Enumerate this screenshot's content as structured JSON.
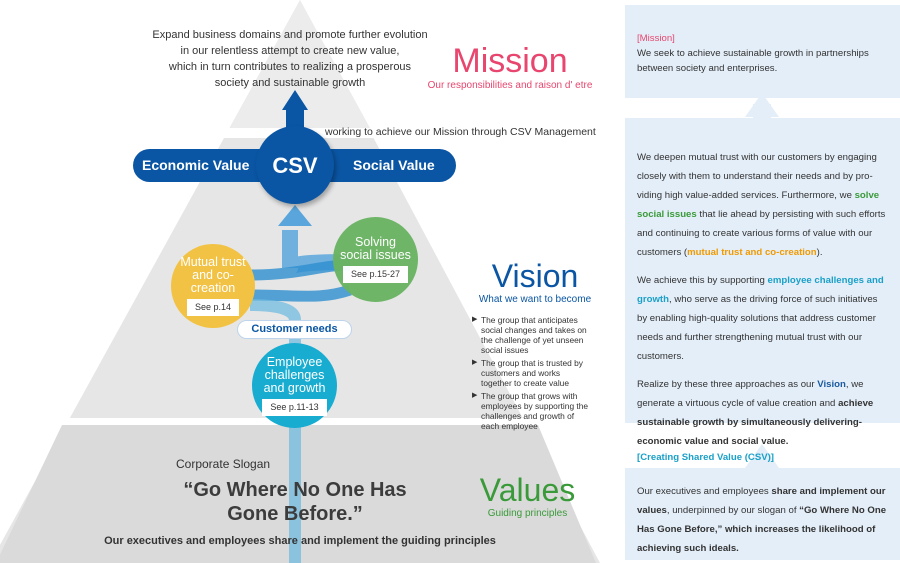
{
  "mission": {
    "intro": [
      "Expand business domains and promote further evolution",
      "in our relentless attempt to create new value,",
      "which in turn contributes to realizing a prosperous",
      "society and sustainable growth"
    ],
    "title": "Mission",
    "subtitle": "Our responsibilities and raison d' etre"
  },
  "csv": {
    "caption": "working to achieve our Mission through CSV Management",
    "center": "CSV",
    "left": "Economic Value",
    "right": "Social Value"
  },
  "circles": {
    "mutual": {
      "label": "Mutual trust and co-creation",
      "see": "See p.14"
    },
    "social": {
      "label": "Solving social issues",
      "see": "See p.15-27"
    },
    "employee": {
      "label": "Employee challenges and growth",
      "see": "See p.11-13"
    },
    "customer_needs": "Customer needs"
  },
  "vision": {
    "title": "Vision",
    "subtitle": "What we want to become",
    "items": [
      "The group that anticipates social changes and takes on the challenge of yet unseen social issues",
      "The group that is trusted by customers and works together to create value",
      "The group that grows with employees by supporting the challenges and growth of each employee"
    ]
  },
  "values": {
    "slogan_label": "Corporate Slogan",
    "slogan": "“Go Where No One Has Gone Before.”",
    "footer": "Our executives and employees share and implement the guiding principles",
    "title": "Values",
    "subtitle": "Guiding principles"
  },
  "panel": {
    "mission_tag": "[Mission]",
    "mission_text": "We seek to achieve sustainable growth in partnerships between society and enterprises.",
    "p1": [
      "We deepen mutual trust with our customers by engaging closely with them to understand their needs and by pro-viding high value-added services. Furthermore, we ",
      "solve social issues",
      " that lie ahead by persisting with such efforts and continuing to create various forms of value with our customers (",
      "mutual trust and co-creation",
      "')."
    ],
    "p2": [
      "We achieve this by supporting ",
      "employee challenges and growth",
      ", who serve as the driving force of such initiatives by enabling high-quality solutions that address customer needs and further strengthening mutual trust with our customers."
    ],
    "p3": [
      "Realize by these three approaches as our ",
      "Vision",
      ", we generate a virtuous cycle of value creation and ",
      "achieve sustainable growth by simultaneously delivering-economic value and social value."
    ],
    "csv_tag": "[Creating Shared Value (CSV)]",
    "p4": [
      "Our executives and employees ",
      "share and implement our values",
      ", underpinned by our slogan of ",
      "“Go Where No One Has Gone Before,” which increases the likelihood of achieving such ideals."
    ]
  },
  "colors": {
    "blue": "#0a56a4",
    "green": "#6ab462",
    "yellow": "#f2c244",
    "cyan": "#18acd0",
    "pink": "#e8466e"
  }
}
